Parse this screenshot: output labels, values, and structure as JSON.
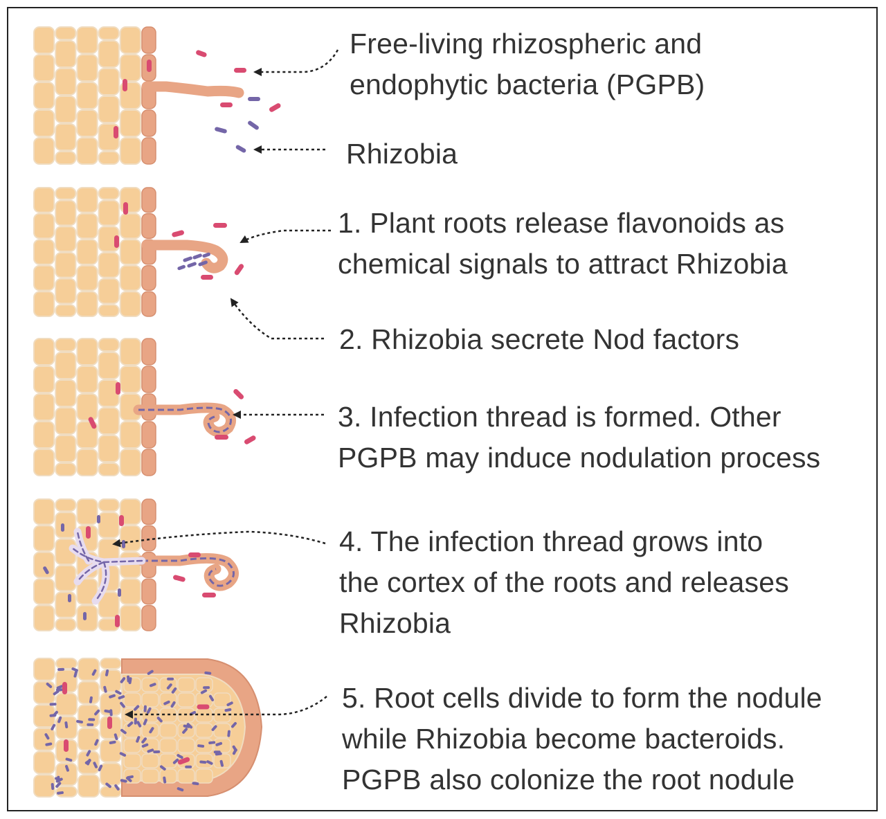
{
  "colors": {
    "cell_fill": "#f6ce98",
    "cell_stroke": "#f0dcc0",
    "epidermis_fill": "#e8a585",
    "epidermis_stroke": "#d68f70",
    "root_hair": "#e8a585",
    "pgpb_bacteria": "#d94b71",
    "rhizobia": "#7466a8",
    "arrow": "#222222",
    "text": "#333333",
    "border": "#222222"
  },
  "labels": {
    "pgpb": "Free-living rhizospheric and\nendophytic bacteria (PGPB)",
    "rhizobia": "Rhizobia",
    "step1": "1. Plant roots release flavonoids as\nchemical signals to attract Rhizobia",
    "step2": "2. Rhizobia secrete Nod factors",
    "step3": "3. Infection thread is formed. Other\nPGPB may induce nodulation process",
    "step4": "4. The infection thread grows into\nthe cortex of the roots and releases\nRhizobia",
    "step5": "5. Root cells divide to form the nodule\nwhile Rhizobia become bacteroids.\nPGPB also colonize the root nodule"
  }
}
